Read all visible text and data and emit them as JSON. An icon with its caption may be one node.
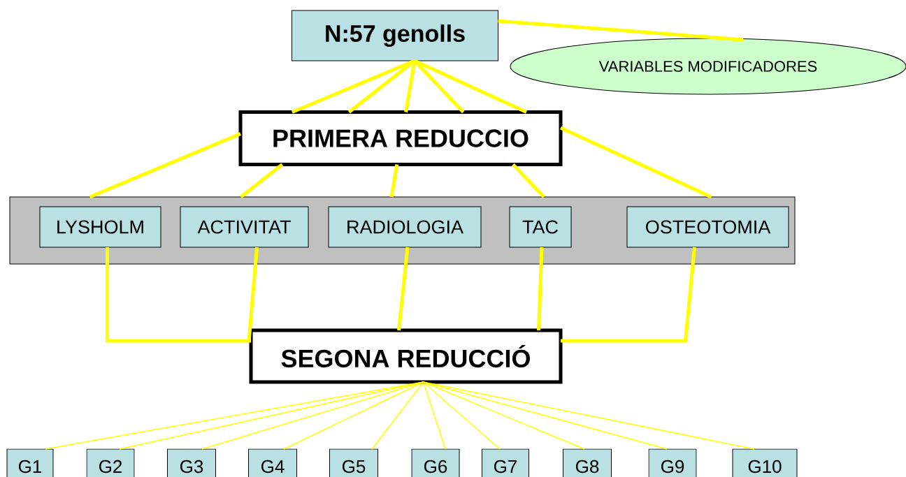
{
  "diagram": {
    "nodes": [
      {
        "text": [
          "N:57 genolls"
        ]
      },
      {
        "text": [
          "VARIABLES MODIFICADORES"
        ]
      },
      {
        "text": [
          "PRIMERA REDUCCIO"
        ]
      },
      {
        "text": [],
        "shape": "box"
      },
      {
        "text": [
          "LYSHOLM"
        ],
        "in": 3
      },
      {
        "text": [
          "ACTIVITAT"
        ],
        "in": 3
      },
      {
        "text": [
          "RADIOLOGIA"
        ],
        "in": 3
      },
      {
        "text": [
          "TAC"
        ],
        "in": 3
      },
      {
        "text": [
          "OSTEOTOMIA"
        ],
        "in": 3
      },
      {
        "text": [
          "SEGONA REDUCCIÓ"
        ]
      },
      {
        "text": [
          "G1"
        ]
      },
      {
        "text": [
          "G2"
        ]
      },
      {
        "text": [
          "G3"
        ]
      },
      {
        "text": [
          "G4"
        ]
      },
      {
        "text": [
          "G5"
        ]
      },
      {
        "text": [
          "G6"
        ]
      },
      {
        "text": [
          "G7"
        ]
      },
      {
        "text": [
          "G8"
        ]
      },
      {
        "text": [
          "G9"
        ]
      },
      {
        "text": [
          "G10"
        ]
      }
    ],
    "edges": [
      {
        "from": 0,
        "to": 1,
        "arrow": "none"
      },
      {
        "from": 0,
        "to": 2,
        "arrow": "none"
      },
      {
        "from": 0,
        "to": 2,
        "arrow": "none"
      },
      {
        "from": 0,
        "to": 2,
        "arrow": "none"
      },
      {
        "from": 0,
        "to": 2,
        "arrow": "none"
      },
      {
        "from": 0,
        "to": 2,
        "arrow": "none"
      },
      {
        "from": 2,
        "to": 4,
        "arrow": "none"
      },
      {
        "from": 2,
        "to": 5,
        "arrow": "none"
      },
      {
        "from": 2,
        "to": 6,
        "arrow": "none"
      },
      {
        "from": 2,
        "to": 7,
        "arrow": "none"
      },
      {
        "from": 2,
        "to": 8,
        "arrow": "none"
      },
      {
        "from": 4,
        "to": 9,
        "arrow": "none"
      },
      {
        "from": 5,
        "to": 9,
        "arrow": "none"
      },
      {
        "from": 6,
        "to": 9,
        "arrow": "none"
      },
      {
        "from": 7,
        "to": 9,
        "arrow": "none"
      },
      {
        "from": 8,
        "to": 9,
        "arrow": "none"
      },
      {
        "from": 9,
        "to": 10,
        "arrow": "none"
      },
      {
        "from": 9,
        "to": 11,
        "arrow": "none"
      },
      {
        "from": 9,
        "to": 12,
        "arrow": "none"
      },
      {
        "from": 9,
        "to": 13,
        "arrow": "none"
      },
      {
        "from": 9,
        "to": 14,
        "arrow": "none"
      },
      {
        "from": 9,
        "to": 15,
        "arrow": "none"
      },
      {
        "from": 9,
        "to": 16,
        "arrow": "none"
      },
      {
        "from": 9,
        "to": 17,
        "arrow": "none"
      },
      {
        "from": 9,
        "to": 18,
        "arrow": "none"
      },
      {
        "from": 9,
        "to": 19,
        "arrow": "none"
      }
    ]
  }
}
